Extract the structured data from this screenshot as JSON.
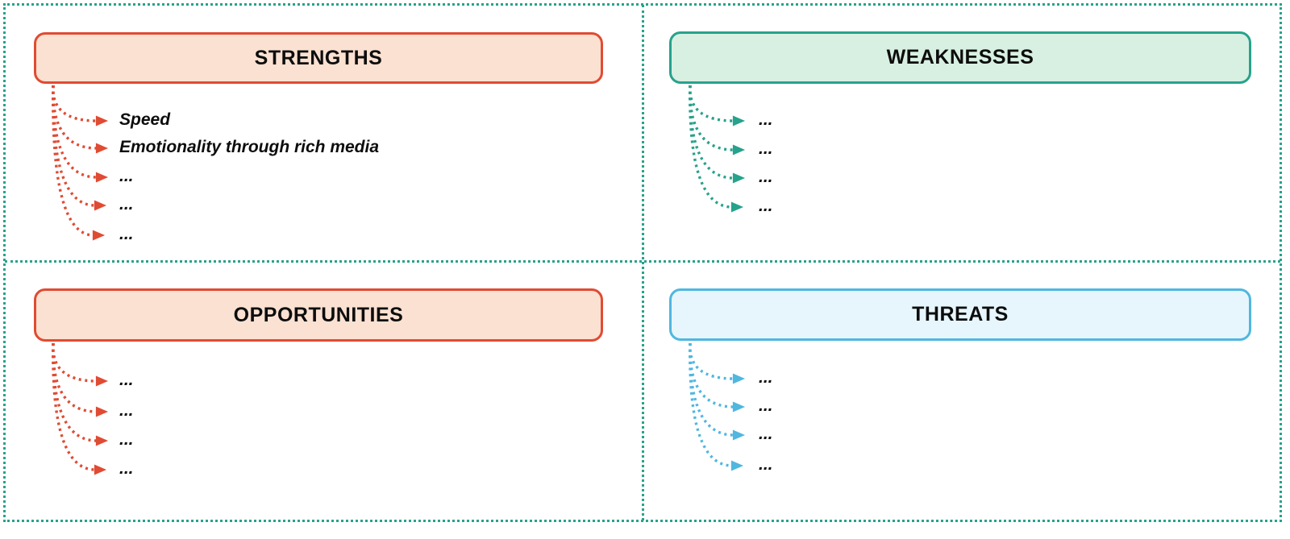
{
  "frame": {
    "style": "dotted",
    "border_color": "#27a28c",
    "background_color": "#ffffff"
  },
  "quadrants": {
    "strengths": {
      "title": "STRENGTHS",
      "accent_color": "#e04b33",
      "fill_color": "#fae1d1",
      "items": [
        "Speed",
        "Emotionality through rich media",
        "...",
        "...",
        "..."
      ]
    },
    "weaknesses": {
      "title": "WEAKNESSES",
      "accent_color": "#27a28c",
      "fill_color": "#d8f0e2",
      "items": [
        "...",
        "...",
        "...",
        "..."
      ]
    },
    "opportunities": {
      "title": "OPPORTUNITIES",
      "accent_color": "#e04b33",
      "fill_color": "#fae1d1",
      "items": [
        "...",
        "...",
        "...",
        "..."
      ]
    },
    "threats": {
      "title": "THREATS",
      "accent_color": "#50b7df",
      "fill_color": "#e7f6fc",
      "items": [
        "...",
        "...",
        "...",
        "..."
      ]
    }
  }
}
